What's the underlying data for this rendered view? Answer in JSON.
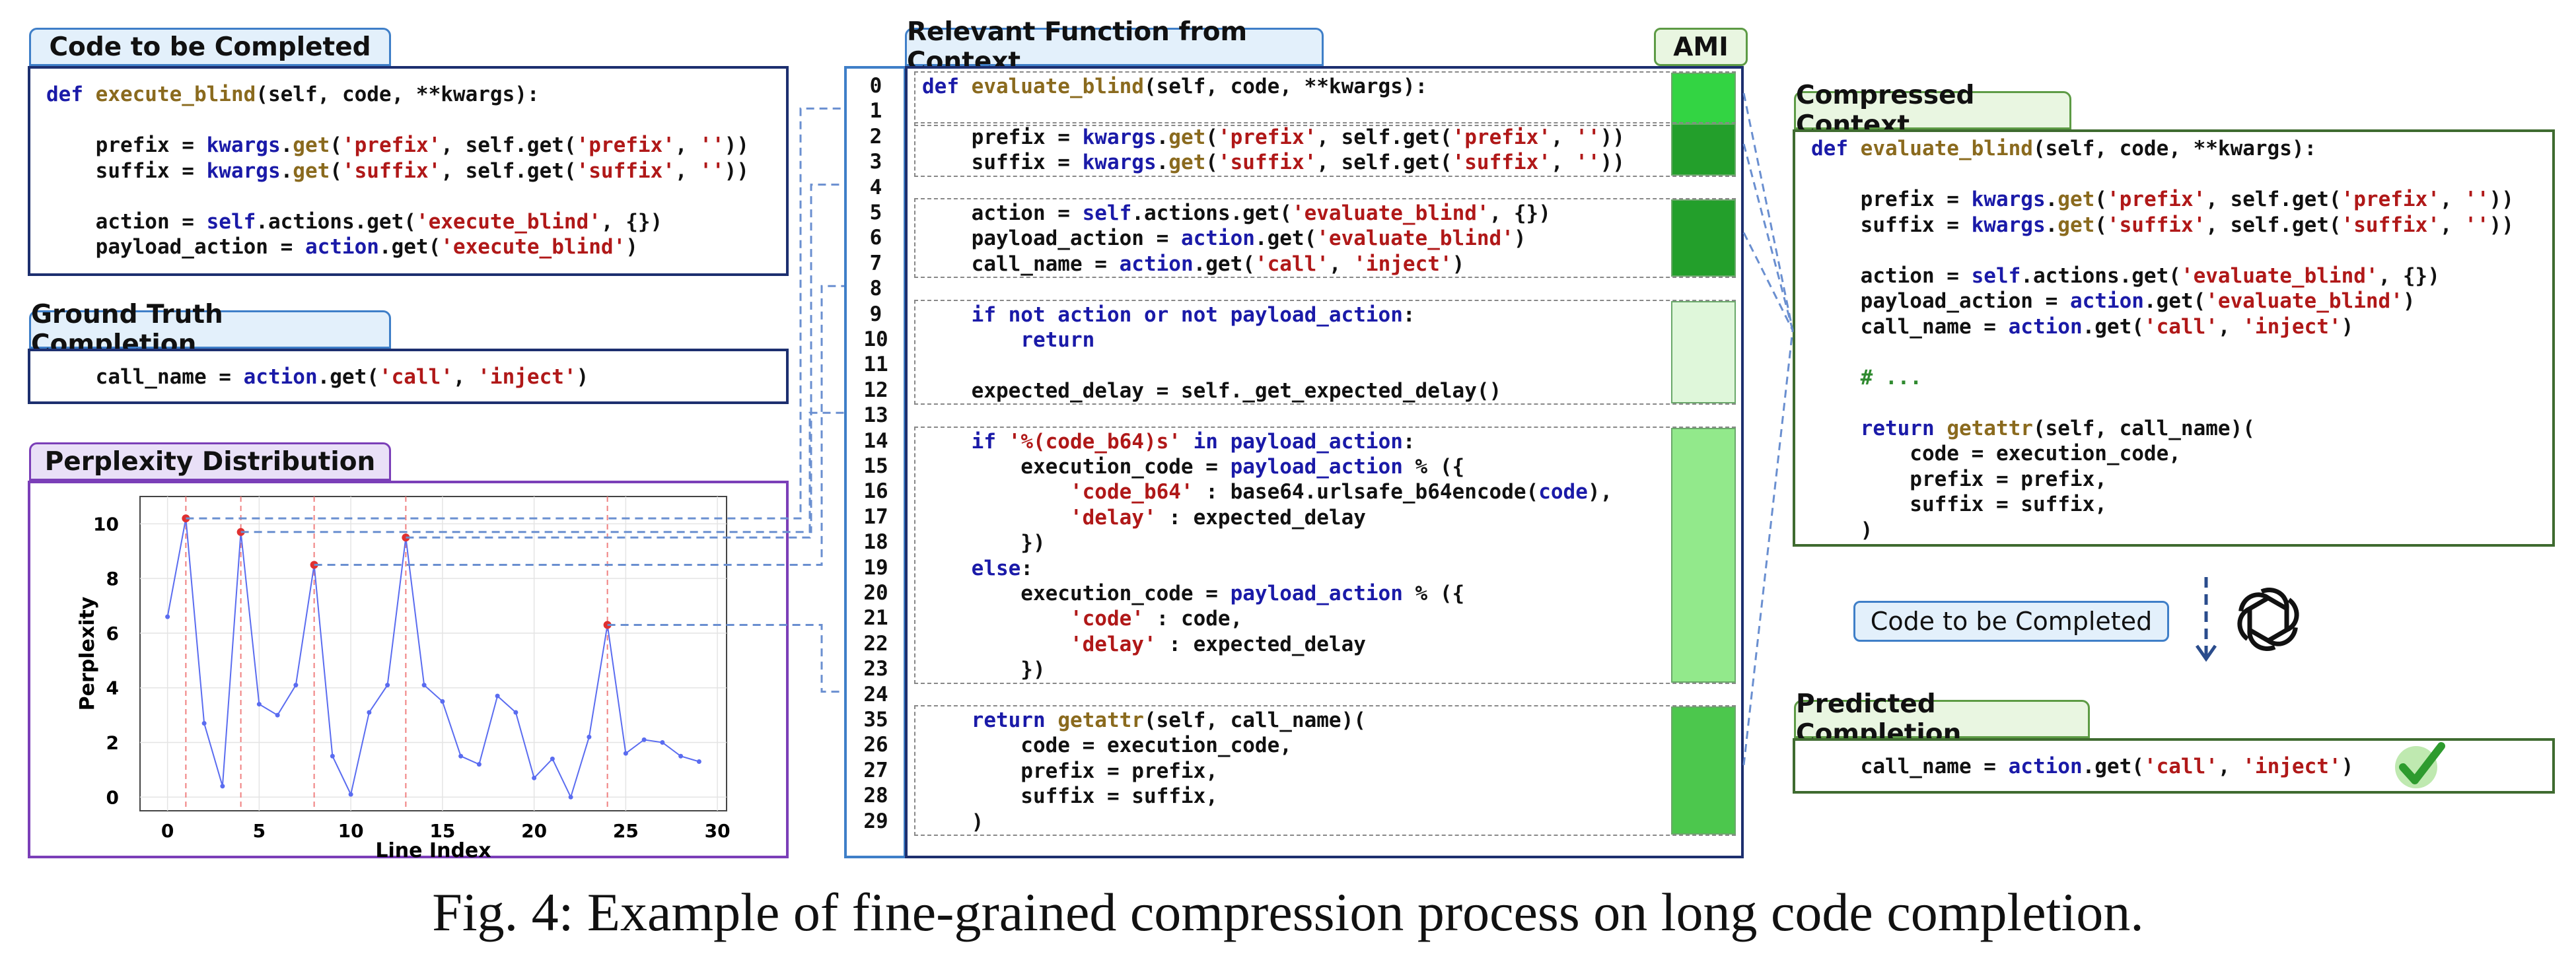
{
  "left": {
    "code_title": "Code to be Completed",
    "code_lines": [
      [
        [
          "kw",
          "def "
        ],
        [
          "fn",
          "execute_blind"
        ],
        [
          "",
          "(self, code, **kwargs):"
        ]
      ],
      [
        [
          "",
          ""
        ]
      ],
      [
        [
          "",
          "    prefix = "
        ],
        [
          "kw",
          "kwargs"
        ],
        [
          "",
          "."
        ],
        [
          "fn",
          "get"
        ],
        [
          "",
          "("
        ],
        [
          "st",
          "'prefix'"
        ],
        [
          "",
          ", self.get("
        ],
        [
          "st",
          "'prefix'"
        ],
        [
          "",
          ", "
        ],
        [
          "st",
          "''"
        ],
        [
          "",
          "))"
        ]
      ],
      [
        [
          "",
          "    suffix = "
        ],
        [
          "kw",
          "kwargs"
        ],
        [
          "",
          "."
        ],
        [
          "fn",
          "get"
        ],
        [
          "",
          "("
        ],
        [
          "st",
          "'suffix'"
        ],
        [
          "",
          ", self.get("
        ],
        [
          "st",
          "'suffix'"
        ],
        [
          "",
          ", "
        ],
        [
          "st",
          "''"
        ],
        [
          "",
          "))"
        ]
      ],
      [
        [
          "",
          ""
        ]
      ],
      [
        [
          "",
          "    action = "
        ],
        [
          "kw",
          "self"
        ],
        [
          "",
          ".actions.get("
        ],
        [
          "st",
          "'execute_blind'"
        ],
        [
          "",
          ", {})"
        ]
      ],
      [
        [
          "",
          "    payload_action = "
        ],
        [
          "kw",
          "action"
        ],
        [
          "",
          ".get("
        ],
        [
          "st",
          "'execute_blind'"
        ],
        [
          "",
          ")"
        ]
      ]
    ],
    "gt_title": "Ground Truth Completion",
    "gt_line": [
      [
        "",
        "    call_name = "
      ],
      [
        "kw",
        "action"
      ],
      [
        "",
        ".get("
      ],
      [
        "st",
        "'call'"
      ],
      [
        "",
        ", "
      ],
      [
        "st",
        "'inject'"
      ],
      [
        "",
        ")"
      ]
    ],
    "perp_title": "Perplexity Distribution"
  },
  "middle": {
    "title": "Relevant Function from Context",
    "ami_title": "AMI",
    "line_numbers": [
      "0",
      "1",
      "2",
      "3",
      "4",
      "5",
      "6",
      "7",
      "8",
      "9",
      "10",
      "11",
      "12",
      "13",
      "14",
      "15",
      "16",
      "17",
      "18",
      "19",
      "20",
      "21",
      "22",
      "23",
      "24",
      "35",
      "26",
      "27",
      "28",
      "29"
    ],
    "code_lines": [
      [
        [
          "kw",
          "def "
        ],
        [
          "fn",
          "evaluate_blind"
        ],
        [
          "",
          "(self, code, **kwargs):"
        ]
      ],
      [
        [
          "",
          ""
        ]
      ],
      [
        [
          "",
          "    prefix = "
        ],
        [
          "kw",
          "kwargs"
        ],
        [
          "",
          "."
        ],
        [
          "fn",
          "get"
        ],
        [
          "",
          "("
        ],
        [
          "st",
          "'prefix'"
        ],
        [
          "",
          ", self.get("
        ],
        [
          "st",
          "'prefix'"
        ],
        [
          "",
          ", "
        ],
        [
          "st",
          "''"
        ],
        [
          "",
          "))"
        ]
      ],
      [
        [
          "",
          "    suffix = "
        ],
        [
          "kw",
          "kwargs"
        ],
        [
          "",
          "."
        ],
        [
          "fn",
          "get"
        ],
        [
          "",
          "("
        ],
        [
          "st",
          "'suffix'"
        ],
        [
          "",
          ", self.get("
        ],
        [
          "st",
          "'suffix'"
        ],
        [
          "",
          ", "
        ],
        [
          "st",
          "''"
        ],
        [
          "",
          "))"
        ]
      ],
      [
        [
          "",
          ""
        ]
      ],
      [
        [
          "",
          "    action = "
        ],
        [
          "kw",
          "self"
        ],
        [
          "",
          ".actions.get("
        ],
        [
          "st",
          "'evaluate_blind'"
        ],
        [
          "",
          ", {})"
        ]
      ],
      [
        [
          "",
          "    payload_action = "
        ],
        [
          "kw",
          "action"
        ],
        [
          "",
          ".get("
        ],
        [
          "st",
          "'evaluate_blind'"
        ],
        [
          "",
          ")"
        ]
      ],
      [
        [
          "",
          "    call_name = "
        ],
        [
          "kw",
          "action"
        ],
        [
          "",
          ".get("
        ],
        [
          "st",
          "'call'"
        ],
        [
          "",
          ", "
        ],
        [
          "st",
          "'inject'"
        ],
        [
          "",
          ")"
        ]
      ],
      [
        [
          "",
          ""
        ]
      ],
      [
        [
          "kw",
          "    if not action or not payload_action"
        ],
        [
          "",
          ":"
        ]
      ],
      [
        [
          "kw",
          "        return"
        ]
      ],
      [
        [
          "",
          ""
        ]
      ],
      [
        [
          "",
          "    expected_delay = self._get_expected_delay()"
        ]
      ],
      [
        [
          "",
          ""
        ]
      ],
      [
        [
          "kw",
          "    if "
        ],
        [
          "st",
          "'%(code_b64)s'"
        ],
        [
          "kw",
          " in payload_action"
        ],
        [
          "",
          ":"
        ]
      ],
      [
        [
          "",
          "        execution_code = "
        ],
        [
          "kw",
          "payload_action"
        ],
        [
          "",
          " % ({"
        ]
      ],
      [
        [
          "st",
          "            'code_b64'"
        ],
        [
          "",
          " : base64.urlsafe_b64encode("
        ],
        [
          "kw",
          "code"
        ],
        [
          "",
          "),"
        ]
      ],
      [
        [
          "st",
          "            'delay'"
        ],
        [
          "",
          " : expected_delay"
        ]
      ],
      [
        [
          "",
          "        })"
        ]
      ],
      [
        [
          "kw",
          "    else"
        ],
        [
          "",
          ":"
        ]
      ],
      [
        [
          "",
          "        execution_code = "
        ],
        [
          "kw",
          "payload_action"
        ],
        [
          "",
          " % ({"
        ]
      ],
      [
        [
          "st",
          "            'code'"
        ],
        [
          "",
          " : code,"
        ]
      ],
      [
        [
          "st",
          "            'delay'"
        ],
        [
          "",
          " : expected_delay"
        ]
      ],
      [
        [
          "",
          "        })"
        ]
      ],
      [
        [
          "",
          ""
        ]
      ],
      [
        [
          "kw",
          "    return "
        ],
        [
          "fn",
          "getattr"
        ],
        [
          "",
          "(self, call_name)("
        ]
      ],
      [
        [
          "",
          "        code = execution_code,"
        ]
      ],
      [
        [
          "",
          "        prefix = prefix,"
        ]
      ],
      [
        [
          "",
          "        suffix = suffix,"
        ]
      ],
      [
        [
          "",
          "    )"
        ]
      ]
    ],
    "ami_colors": [
      "#33d443",
      "#239f2b",
      "#239f2b",
      "#dff7da",
      "#92e98b",
      "#4cc74d"
    ]
  },
  "right": {
    "compressed_title": "Compressed Context",
    "compressed_lines": [
      [
        [
          "kw",
          "def "
        ],
        [
          "fn",
          "evaluate_blind"
        ],
        [
          "",
          "(self, code, **kwargs):"
        ]
      ],
      [
        [
          "",
          ""
        ]
      ],
      [
        [
          "",
          "    prefix = "
        ],
        [
          "kw",
          "kwargs"
        ],
        [
          "",
          "."
        ],
        [
          "fn",
          "get"
        ],
        [
          "",
          "("
        ],
        [
          "st",
          "'prefix'"
        ],
        [
          "",
          ", self.get("
        ],
        [
          "st",
          "'prefix'"
        ],
        [
          "",
          ", "
        ],
        [
          "st",
          "''"
        ],
        [
          "",
          "))"
        ]
      ],
      [
        [
          "",
          "    suffix = "
        ],
        [
          "kw",
          "kwargs"
        ],
        [
          "",
          "."
        ],
        [
          "fn",
          "get"
        ],
        [
          "",
          "("
        ],
        [
          "st",
          "'suffix'"
        ],
        [
          "",
          ", self.get("
        ],
        [
          "st",
          "'suffix'"
        ],
        [
          "",
          ", "
        ],
        [
          "st",
          "''"
        ],
        [
          "",
          "))"
        ]
      ],
      [
        [
          "",
          ""
        ]
      ],
      [
        [
          "",
          "    action = "
        ],
        [
          "kw",
          "self"
        ],
        [
          "",
          ".actions.get("
        ],
        [
          "st",
          "'evaluate_blind'"
        ],
        [
          "",
          ", {})"
        ]
      ],
      [
        [
          "",
          "    payload_action = "
        ],
        [
          "kw",
          "action"
        ],
        [
          "",
          ".get("
        ],
        [
          "st",
          "'evaluate_blind'"
        ],
        [
          "",
          ")"
        ]
      ],
      [
        [
          "",
          "    call_name = "
        ],
        [
          "kw",
          "action"
        ],
        [
          "",
          ".get("
        ],
        [
          "st",
          "'call'"
        ],
        [
          "",
          ", "
        ],
        [
          "st",
          "'inject'"
        ],
        [
          "",
          ")"
        ]
      ],
      [
        [
          "",
          ""
        ]
      ],
      [
        [
          "cm",
          "    # ..."
        ]
      ],
      [
        [
          "",
          ""
        ]
      ],
      [
        [
          "kw",
          "    return "
        ],
        [
          "fn",
          "getattr"
        ],
        [
          "",
          "(self, call_name)("
        ]
      ],
      [
        [
          "",
          "        code = execution_code,"
        ]
      ],
      [
        [
          "",
          "        prefix = prefix,"
        ]
      ],
      [
        [
          "",
          "        suffix = suffix,"
        ]
      ],
      [
        [
          "",
          "    )"
        ]
      ]
    ],
    "code_tag": "Code to be Completed",
    "predicted_title": "Predicted Completion",
    "predicted_line": [
      [
        "",
        "    call_name = "
      ],
      [
        "kw",
        "action"
      ],
      [
        "",
        ".get("
      ],
      [
        "st",
        "'call'"
      ],
      [
        "",
        ", "
      ],
      [
        "st",
        "'inject'"
      ],
      [
        "",
        ")"
      ]
    ]
  },
  "chart_data": {
    "type": "line",
    "title": "Perplexity Distribution",
    "xlabel": "Line Index",
    "ylabel": "Perplexity",
    "xlim": [
      -1.5,
      30.5
    ],
    "ylim": [
      -0.5,
      11
    ],
    "xticks": [
      0,
      5,
      10,
      15,
      20,
      25,
      30
    ],
    "yticks": [
      0,
      2,
      4,
      6,
      8,
      10
    ],
    "x": [
      0,
      1,
      2,
      3,
      4,
      5,
      6,
      7,
      8,
      9,
      10,
      11,
      12,
      13,
      14,
      15,
      16,
      17,
      18,
      19,
      20,
      21,
      22,
      23,
      24,
      25,
      26,
      27,
      28,
      29
    ],
    "values": [
      6.6,
      10.2,
      2.7,
      0.4,
      9.7,
      3.4,
      3.0,
      4.1,
      8.5,
      1.5,
      0.1,
      3.1,
      4.1,
      9.5,
      4.1,
      3.5,
      1.5,
      1.2,
      3.7,
      3.1,
      0.7,
      1.4,
      0.0,
      2.2,
      6.3,
      1.6,
      2.1,
      2.0,
      1.5,
      1.3
    ],
    "peaks": [
      1,
      4,
      8,
      13,
      24
    ],
    "grid": true,
    "colors": {
      "line": "#5a6cf0",
      "peak": "#e03030",
      "vline": "#f08080"
    }
  },
  "caption": "Fig. 4: Example of fine-grained compression process on long code completion."
}
